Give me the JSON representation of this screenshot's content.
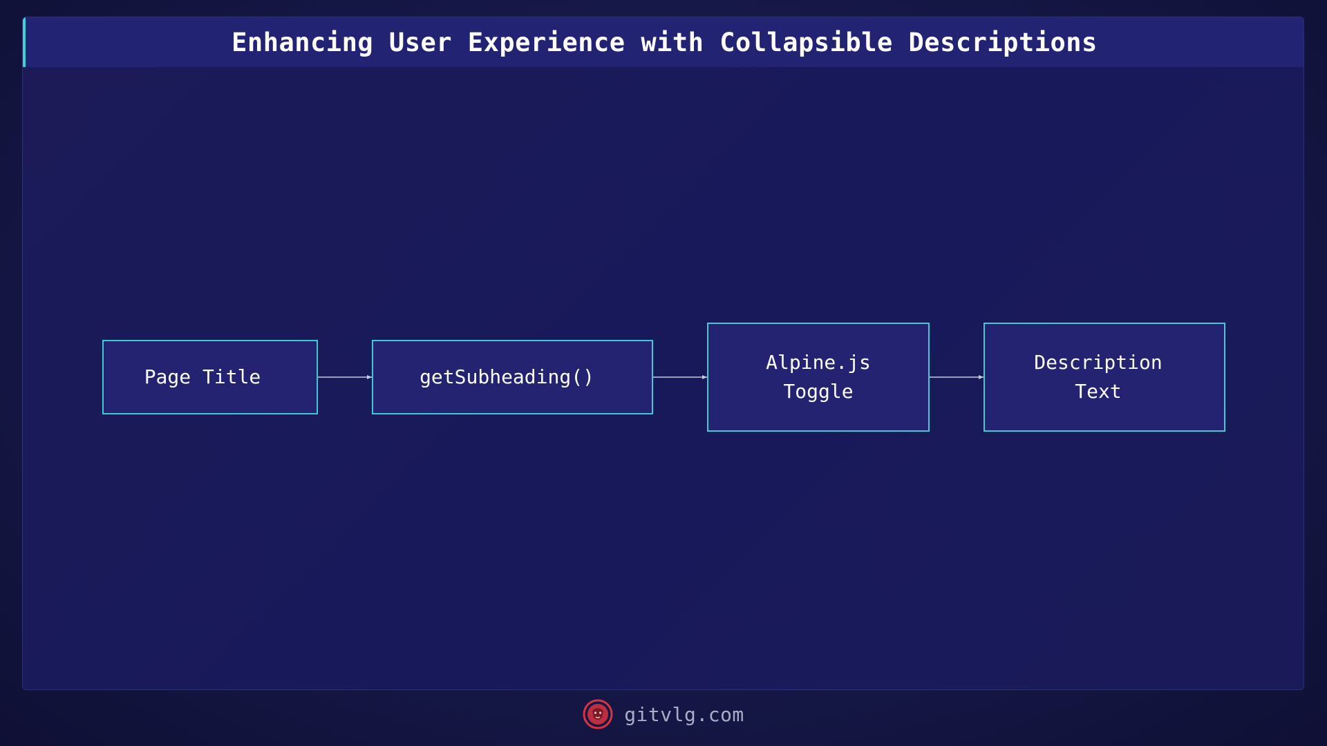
{
  "header": {
    "title": "Enhancing User Experience with Collapsible Descriptions"
  },
  "diagram": {
    "nodes": [
      {
        "id": "page-title",
        "label": "Page Title"
      },
      {
        "id": "get-subheading",
        "label": "getSubheading()"
      },
      {
        "id": "alpine-toggle",
        "label": "Alpine.js\nToggle"
      },
      {
        "id": "description-text",
        "label": "Description\nText"
      }
    ],
    "edges": [
      {
        "from": "page-title",
        "to": "get-subheading"
      },
      {
        "from": "get-subheading",
        "to": "alpine-toggle"
      },
      {
        "from": "alpine-toggle",
        "to": "description-text"
      }
    ]
  },
  "footer": {
    "site": "gitvlg.com",
    "logo_icon": "lion-head-icon"
  },
  "colors": {
    "background": "#161848",
    "header_bg": "#232373",
    "accent": "#3fd1d6",
    "node_bg": "#232372",
    "node_border": "#41c9d6",
    "logo": "#d9343f"
  }
}
